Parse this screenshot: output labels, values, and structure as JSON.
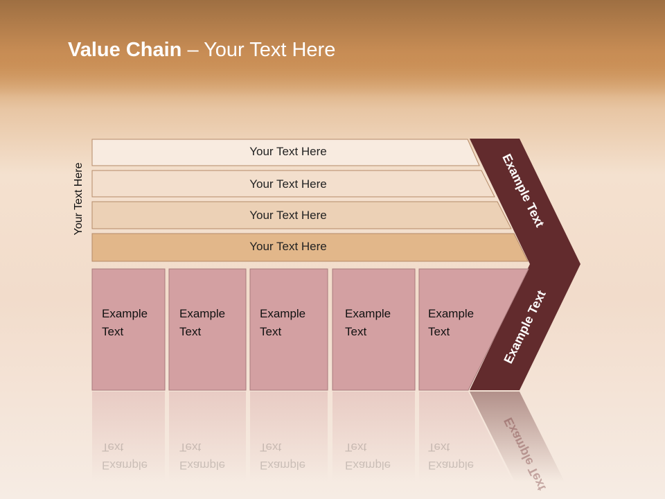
{
  "slide": {
    "title_bold": "Value Chain",
    "title_rest": " – Your Text Here",
    "side_label": "Your Text Here"
  },
  "rows": [
    {
      "label": "Your Text Here",
      "color": "#f8ebe0"
    },
    {
      "label": "Your Text Here",
      "color": "#f3dfcd"
    },
    {
      "label": "Your Text Here",
      "color": "#ecd1b6"
    },
    {
      "label": "Your Text Here",
      "color": "#e2b78a"
    }
  ],
  "boxes": [
    {
      "line1": "Example",
      "line2": "Text"
    },
    {
      "line1": "Example",
      "line2": "Text"
    },
    {
      "line1": "Example",
      "line2": "Text"
    },
    {
      "line1": "Example",
      "line2": "Text"
    },
    {
      "line1": "Example",
      "line2": "Text"
    }
  ],
  "chevron_top_label": "Example Text",
  "chevron_bottom_label": "Example Text",
  "colors": {
    "box_fill": "#d3a0a2",
    "chevron_fill": "#622b2d"
  }
}
